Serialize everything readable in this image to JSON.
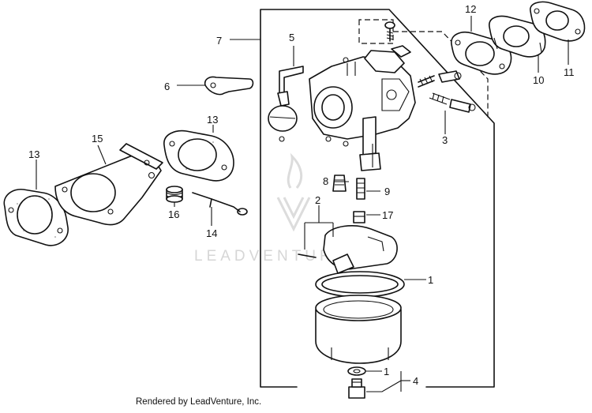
{
  "diagram": {
    "watermark": "LEADVENTURE",
    "credit": "Rendered by LeadVenture, Inc.",
    "callouts": {
      "c1a": "1",
      "c1b": "1",
      "c2": "2",
      "c3": "3",
      "c4": "4",
      "c5": "5",
      "c6": "6",
      "c7": "7",
      "c8": "8",
      "c9": "9",
      "c10": "10",
      "c11": "11",
      "c12": "12",
      "c13a": "13",
      "c13b": "13",
      "c14": "14",
      "c15": "15",
      "c16": "16",
      "c17": "17"
    }
  }
}
